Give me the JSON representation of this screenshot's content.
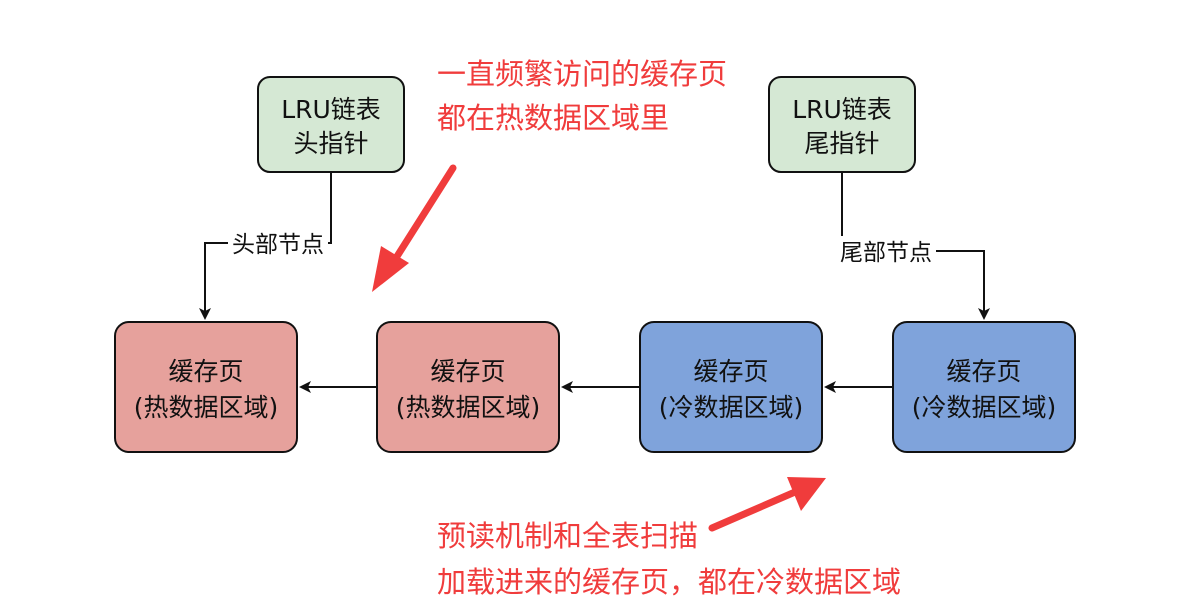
{
  "colors": {
    "pointer_fill": "#d5e8d4",
    "hot_fill": "#e6a19c",
    "cold_fill": "#7fa3db",
    "annotation": "#f03c3c",
    "stroke": "#111111"
  },
  "nodes": {
    "head_pointer": {
      "line1": "LRU链表",
      "line2": "头指针"
    },
    "tail_pointer": {
      "line1": "LRU链表",
      "line2": "尾指针"
    },
    "page1": {
      "line1": "缓存页",
      "line2": "(热数据区域)"
    },
    "page2": {
      "line1": "缓存页",
      "line2": "(热数据区域)"
    },
    "page3": {
      "line1": "缓存页",
      "line2": "(冷数据区域)"
    },
    "page4": {
      "line1": "缓存页",
      "line2": "(冷数据区域)"
    }
  },
  "edges": {
    "head_label": "头部节点",
    "tail_label": "尾部节点"
  },
  "annotations": {
    "hot": {
      "line1": "一直频繁访问的缓存页",
      "line2": "都在热数据区域里"
    },
    "cold": {
      "line1": "预读机制和全表扫描",
      "line2": "加载进来的缓存页，都在冷数据区域"
    }
  }
}
